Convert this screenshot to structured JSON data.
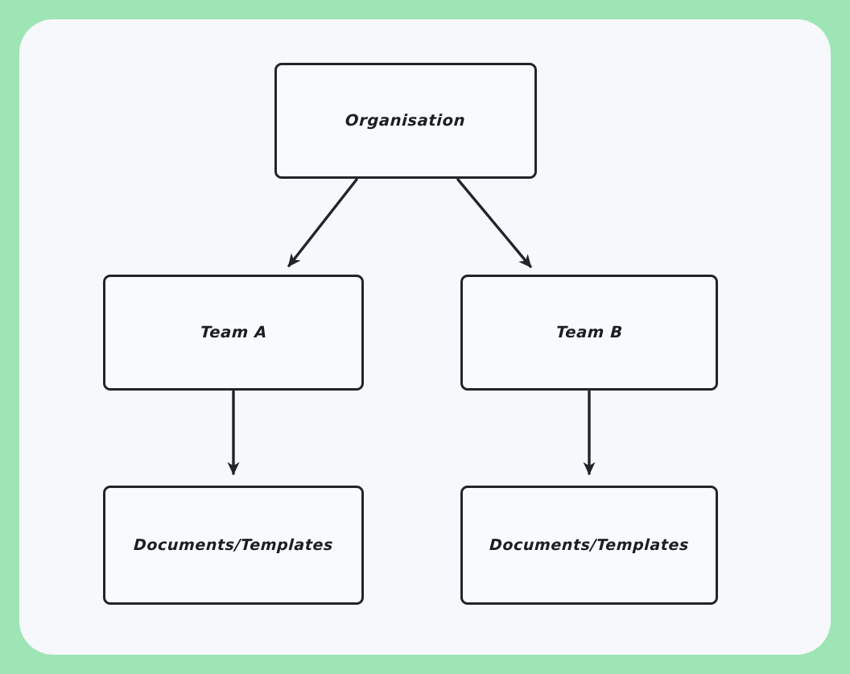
{
  "canvas": {
    "background_color": "#9ee5b5",
    "card_color": "#f7f8fb"
  },
  "diagram": {
    "type": "org-hierarchy-flowchart",
    "node_stroke_color": "#21252b",
    "node_fill_color": "#f9fafc",
    "edge_color": "#21252b",
    "nodes": [
      {
        "id": "organisation",
        "label": "Organisation",
        "level": 0
      },
      {
        "id": "team-a",
        "label": "Team A",
        "level": 1
      },
      {
        "id": "team-b",
        "label": "Team B",
        "level": 1
      },
      {
        "id": "docs-a",
        "label": "Documents/Templates",
        "level": 2
      },
      {
        "id": "docs-b",
        "label": "Documents/Templates",
        "level": 2
      }
    ],
    "edges": [
      {
        "from": "organisation",
        "to": "team-a",
        "style": "arrow"
      },
      {
        "from": "organisation",
        "to": "team-b",
        "style": "arrow"
      },
      {
        "from": "team-a",
        "to": "docs-a",
        "style": "arrow"
      },
      {
        "from": "team-b",
        "to": "docs-b",
        "style": "arrow"
      }
    ]
  }
}
